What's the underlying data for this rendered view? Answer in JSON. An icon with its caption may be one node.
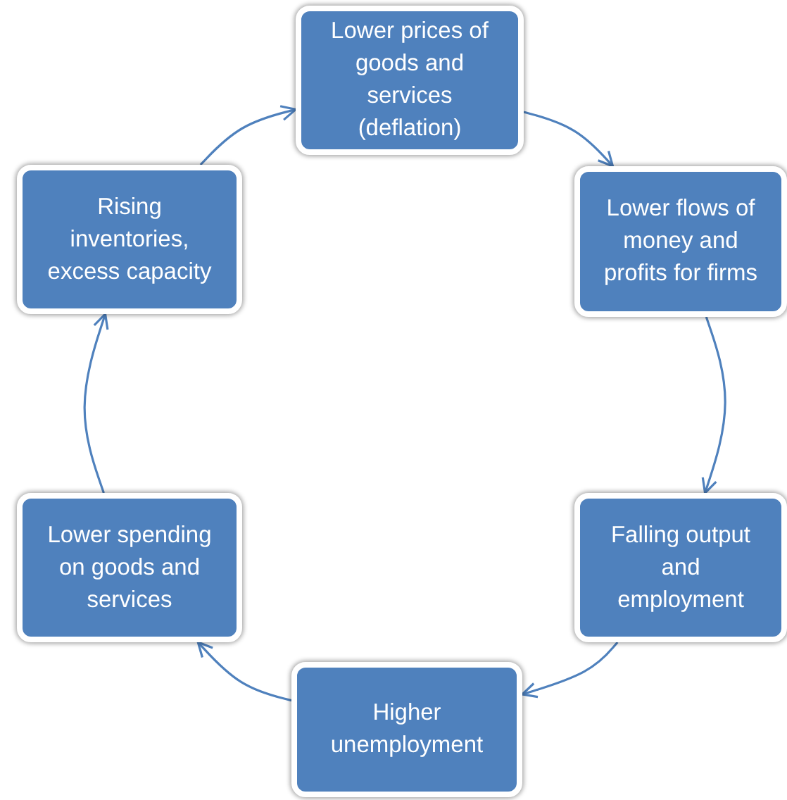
{
  "diagram": {
    "nodes": [
      {
        "text": [
          "Lower prices of goods and services (deflation)"
        ]
      },
      {
        "text": [
          "Lower flows of money and profits for firms"
        ]
      },
      {
        "text": [
          "Falling output and employment"
        ]
      },
      {
        "text": [
          "Higher unemployment"
        ]
      },
      {
        "text": [
          "Lower spending on goods and services"
        ]
      },
      {
        "text": [
          "Rising inventories, excess capacity"
        ]
      }
    ],
    "edges": [
      {
        "from": 0,
        "to": 1,
        "arrow": "to"
      },
      {
        "from": 1,
        "to": 2,
        "arrow": "to"
      },
      {
        "from": 2,
        "to": 3,
        "arrow": "to"
      },
      {
        "from": 3,
        "to": 4,
        "arrow": "to"
      },
      {
        "from": 4,
        "to": 5,
        "arrow": "to"
      },
      {
        "from": 5,
        "to": 0,
        "arrow": "to"
      }
    ]
  }
}
